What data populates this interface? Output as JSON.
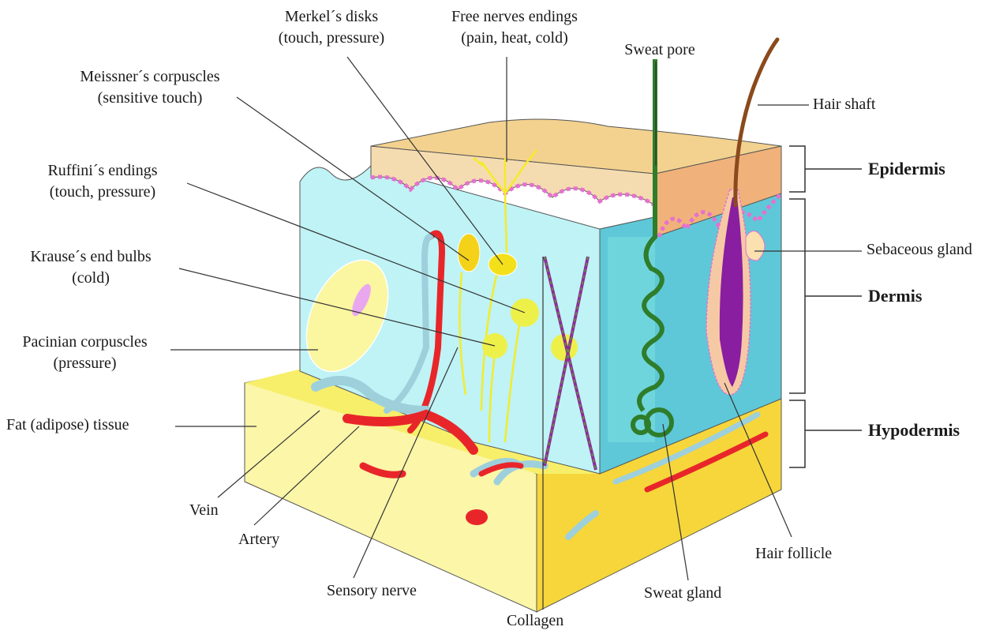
{
  "diagram": {
    "title": "Skin cross-section with sensory receptors",
    "labels": {
      "merkel": {
        "name": "Merkel´s disks",
        "desc": "(touch, pressure)"
      },
      "free_nerve": {
        "name": "Free nerves endings",
        "desc": "(pain, heat, cold)"
      },
      "sweat_pore": {
        "name": "Sweat pore"
      },
      "hair_shaft": {
        "name": "Hair shaft"
      },
      "meissner": {
        "name": "Meissner´s corpuscles",
        "desc": "(sensitive touch)"
      },
      "ruffini": {
        "name": "Ruffini´s endings",
        "desc": "(touch, pressure)"
      },
      "krause": {
        "name": "Krause´s end bulbs",
        "desc": "(cold)"
      },
      "pacinian": {
        "name": "Pacinian corpuscles",
        "desc": "(pressure)"
      },
      "fat": {
        "name": "Fat (adipose) tissue"
      },
      "vein": {
        "name": "Vein"
      },
      "artery": {
        "name": "Artery"
      },
      "sensory_nerve": {
        "name": "Sensory nerve"
      },
      "collagen": {
        "name": "Collagen"
      },
      "sweat_gland": {
        "name": "Sweat gland"
      },
      "hair_follicle": {
        "name": "Hair follicle"
      },
      "sebaceous": {
        "name": "Sebaceous gland"
      }
    },
    "layers": {
      "epidermis": "Epidermis",
      "dermis": "Dermis",
      "hypodermis": "Hypodermis"
    },
    "colors": {
      "epidermis_top": "#f3d28f",
      "epidermis_side": "#f0b27a",
      "dermis": "#b8f0f4",
      "dermis_side": "#5ec8d8",
      "hypodermis": "#fbf4a0",
      "hypodermis_side": "#f6d638",
      "artery": "#e8262a",
      "vein": "#9ed0dc",
      "nerve": "#f4ec2a",
      "sweat_gland": "#2f7d2a",
      "hair_follicle": "#8a1ea0",
      "collagen": "#8d2a9a",
      "basal_dots": "#e86fd0",
      "leader_line": "#333333"
    }
  }
}
